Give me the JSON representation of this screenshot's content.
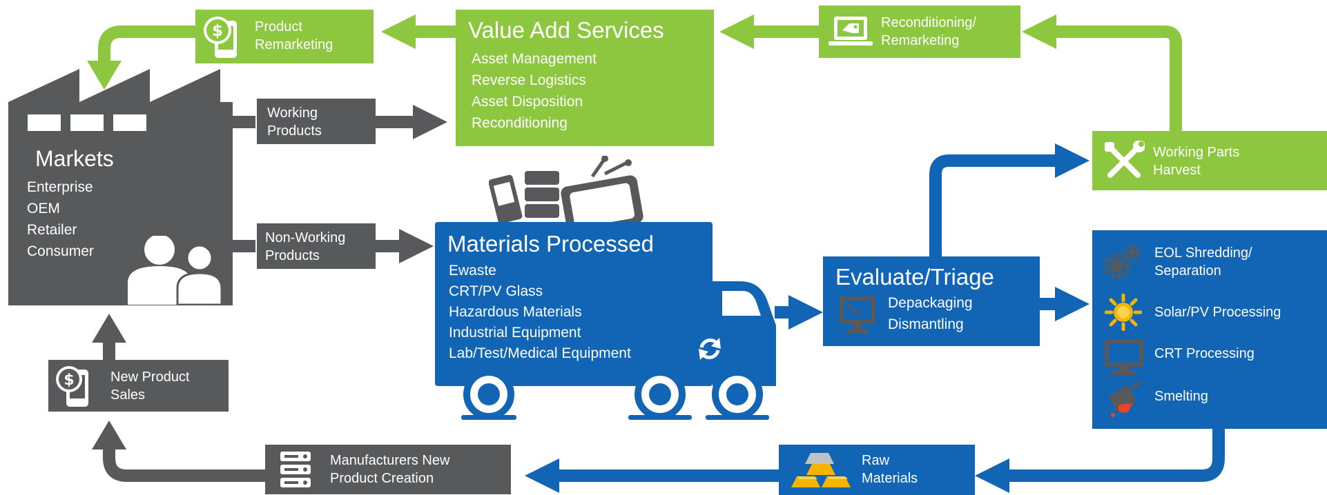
{
  "colors": {
    "green": "#8dc63f",
    "blue": "#1165b4",
    "dark": "#58595b",
    "gold": "#f5b400"
  },
  "markets": {
    "title": "Markets",
    "items": [
      "Enterprise",
      "OEM",
      "Retailer",
      "Consumer"
    ]
  },
  "working_products": {
    "line1": "Working",
    "line2": "Products"
  },
  "non_working_products": {
    "line1": "Non-Working",
    "line2": "Products"
  },
  "new_product_sales": {
    "line1": "New Product",
    "line2": "Sales"
  },
  "product_remarketing": {
    "line1": "Product",
    "line2": "Remarketing"
  },
  "value_add_services": {
    "title": "Value Add Services",
    "items": [
      "Asset Management",
      "Reverse Logistics",
      "Asset Disposition",
      "Reconditioning"
    ]
  },
  "reconditioning_remarketing": {
    "line1": "Reconditioning/",
    "line2": "Remarketing"
  },
  "working_parts_harvest": {
    "line1": "Working Parts",
    "line2": "Harvest"
  },
  "materials_processed": {
    "title": "Materials Processed",
    "items": [
      "Ewaste",
      "CRT/PV Glass",
      "Hazardous Materials",
      "Industrial Equipment",
      "Lab/Test/Medical Equipment"
    ]
  },
  "evaluate_triage": {
    "title": "Evaluate/Triage",
    "items": [
      "Depackaging",
      "Dismantling"
    ]
  },
  "processing": {
    "eol": {
      "line1": "EOL Shredding/",
      "line2": "Separation"
    },
    "solar": "Solar/PV Processing",
    "crt": "CRT Processing",
    "smelting": "Smelting"
  },
  "raw_materials": {
    "line1": "Raw",
    "line2": "Materials"
  },
  "manufacturers": {
    "line1": "Manufacturers New",
    "line2": "Product Creation"
  },
  "icons": [
    "dollar-phone-icon",
    "laptop-tag-icon",
    "tools-icon",
    "gears-icon",
    "sun-icon",
    "monitor-icon",
    "smelting-ladle-icon",
    "gold-bars-icon",
    "server-icon",
    "recycle-icon",
    "devices-icon",
    "people-icon",
    "factory-icon"
  ]
}
